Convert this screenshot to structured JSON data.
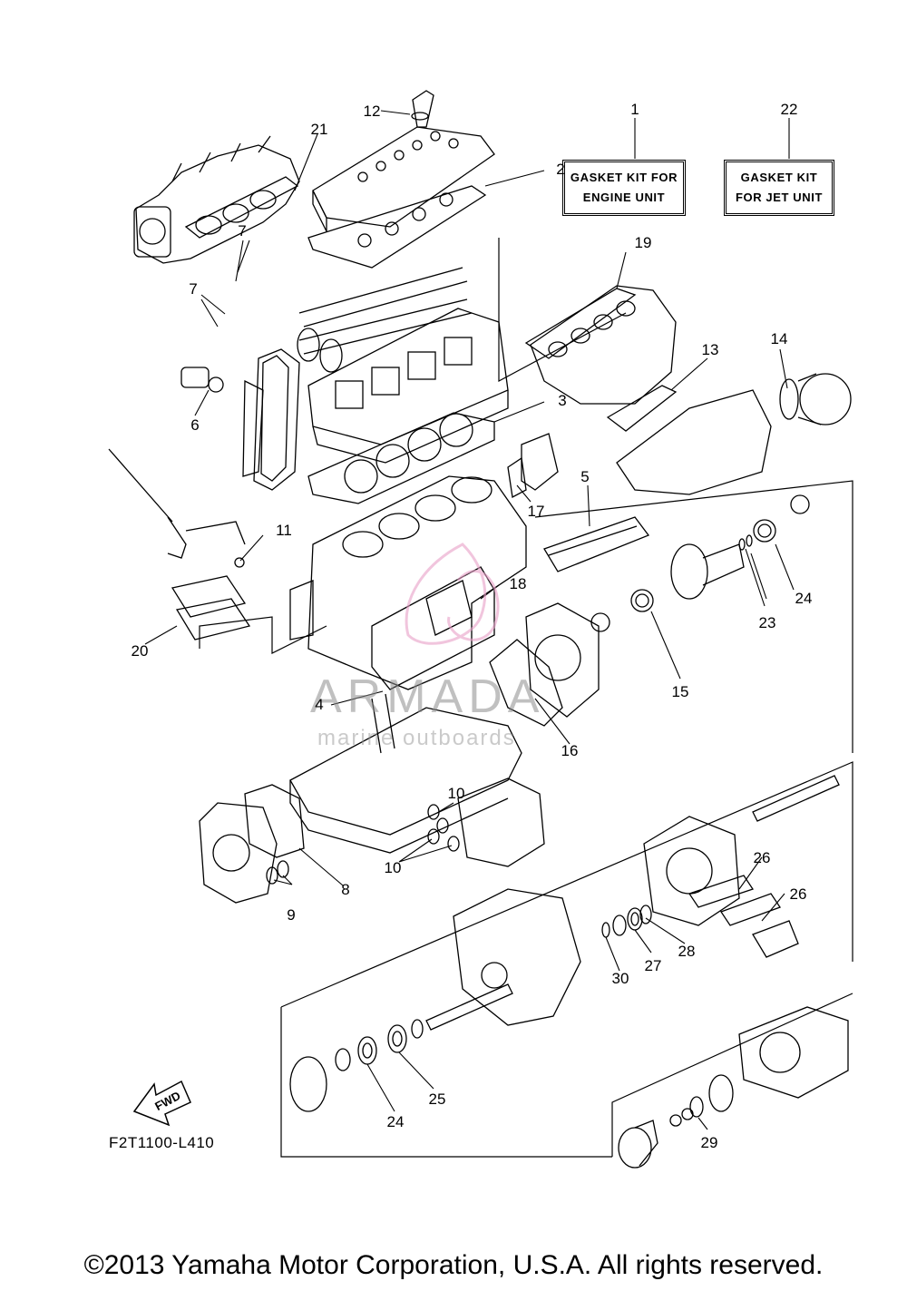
{
  "callouts": {
    "c1": "1",
    "c2": "2",
    "c3": "3",
    "c4": "4",
    "c5": "5",
    "c6": "6",
    "c7a": "7",
    "c7b": "7",
    "c8": "8",
    "c9": "9",
    "c10a": "10",
    "c10b": "10",
    "c11": "11",
    "c12": "12",
    "c13": "13",
    "c14": "14",
    "c15": "15",
    "c16": "16",
    "c17": "17",
    "c18": "18",
    "c19": "19",
    "c20": "20",
    "c21": "21",
    "c22": "22",
    "c23": "23",
    "c24a": "24",
    "c24b": "24",
    "c25": "25",
    "c26a": "26",
    "c26b": "26",
    "c27": "27",
    "c28": "28",
    "c29": "29",
    "c30": "30"
  },
  "kits": {
    "engine": {
      "line1": "GASKET KIT FOR",
      "line2": "ENGINE UNIT"
    },
    "jet": {
      "line1": "GASKET KIT",
      "line2": "FOR JET UNIT"
    }
  },
  "fwd_label": "FWD",
  "figure_code": "F2T1100-L410",
  "watermark": {
    "main": "ARMADA",
    "sub": "marine outboards"
  },
  "copyright": "©2013 Yamaha Motor Corporation, U.S.A. All rights reserved.",
  "colors": {
    "line": "#000000",
    "watermark_pink": "#e8a0c8"
  }
}
